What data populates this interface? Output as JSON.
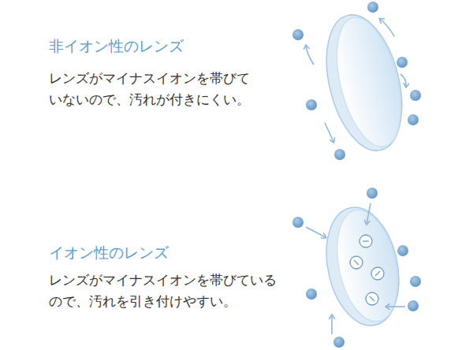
{
  "diagram": {
    "labels": [
      "非イオン性のレンズ",
      "レンズがマイナスイオンを帯びていないので、汚れが付きにくい。",
      "イオン性のレンズ",
      "レンズがマイナスイオンを帯びているので、汚れを引き付けやすい。"
    ]
  }
}
